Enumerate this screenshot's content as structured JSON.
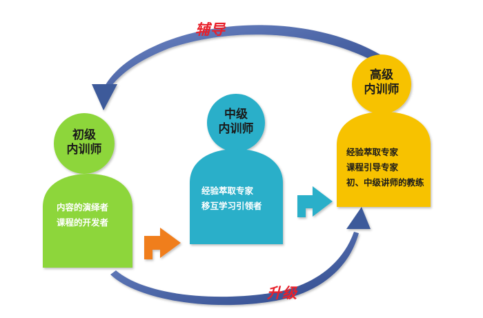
{
  "arrows": {
    "top_label": "辅导",
    "bottom_label": "升级"
  },
  "figures": {
    "junior": {
      "title_line1": "初级",
      "title_line2": "内训师",
      "lines": [
        "内容的演绎者",
        "课程的开发者"
      ],
      "color": "#8dd63a"
    },
    "middle": {
      "title_line1": "中级",
      "title_line2": "内训师",
      "lines": [
        "经验萃取专家",
        "移互学习引领者"
      ],
      "color": "#2aafc9"
    },
    "senior": {
      "title_line1": "高级",
      "title_line2": "内训师",
      "lines": [
        "经验萃取专家",
        "课程引导专家",
        "初、中级讲师的教练"
      ],
      "color": "#f7c200"
    }
  },
  "colors": {
    "cycle_arrow": "#3c5a9a",
    "step_arrow_orange": "#f07e1e",
    "step_arrow_blue": "#2aafc9",
    "label_red": "#e8202a"
  }
}
